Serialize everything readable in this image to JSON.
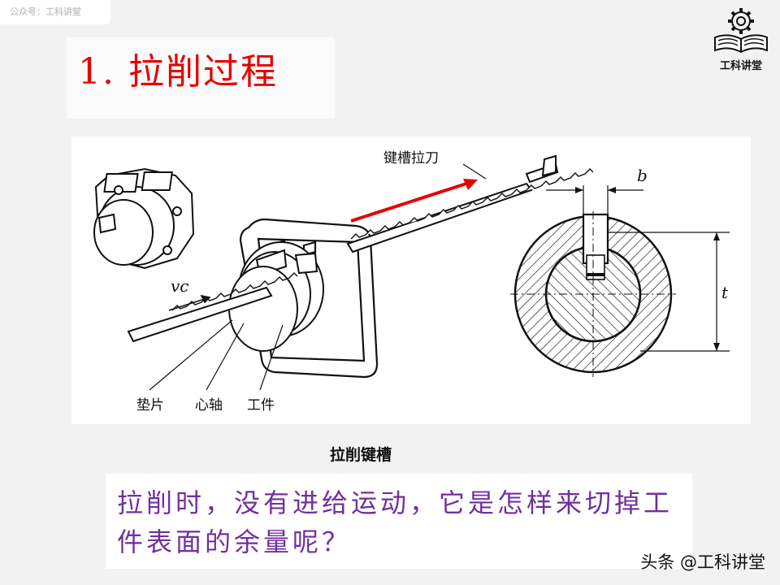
{
  "watermark_top": "公众号：工科讲堂",
  "title": "1. 拉削过程",
  "logo": {
    "icon": "gear-book-icon",
    "text": "工科讲堂"
  },
  "figure": {
    "labels": {
      "broach": "键槽拉刀",
      "speed": "vc",
      "shim": "垫片",
      "mandrel": "心轴",
      "workpiece": "工件",
      "width": "b",
      "depth": "t"
    },
    "arrow_color": "#e60000"
  },
  "caption": "拉削键槽",
  "question": "拉削时，没有进给运动，它是怎样来切掉工件表面的余量呢？",
  "watermark_bottom": "头条 @工科讲堂",
  "colors": {
    "title": "#e60000",
    "question": "#7030a0"
  }
}
